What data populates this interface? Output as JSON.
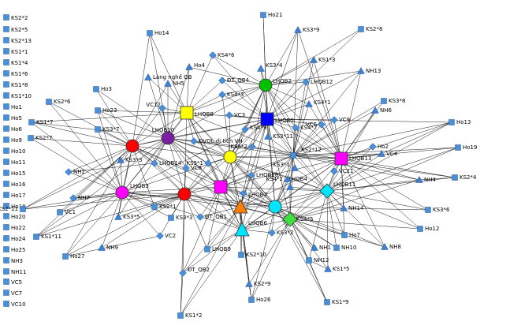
{
  "colors": {
    "background": "#ffffff",
    "edge": "#1a1a1a",
    "square_small": "#4a90d9",
    "diamond": "#4a90d9",
    "triangle": "#3f7fd0",
    "big_red": "#ff0000",
    "big_purple": "#7b1fa2",
    "big_yellow": "#ffff00",
    "big_green": "#00c000",
    "big_blue": "#0000ff",
    "big_magenta": "#ff00ff",
    "big_cyan": "#00e5ff",
    "big_orange": "#ff7f00",
    "big_lightgreen": "#40e040"
  },
  "nodes": [
    {
      "id": "KS2*2",
      "label": "KS2*2",
      "shape": "square",
      "color": "#4a90d9"
    },
    {
      "id": "KS2*5",
      "label": "KS2*5",
      "shape": "square",
      "color": "#4a90d9"
    },
    {
      "id": "KS2*13",
      "label": "KS2*13",
      "shape": "square",
      "color": "#4a90d9"
    },
    {
      "id": "KS1*1",
      "label": "KS1*1",
      "shape": "square",
      "color": "#4a90d9"
    },
    {
      "id": "KS1*4",
      "label": "KS1*4",
      "shape": "square",
      "color": "#4a90d9"
    },
    {
      "id": "KS1*6",
      "label": "KS1*6",
      "shape": "square",
      "color": "#4a90d9"
    },
    {
      "id": "KS1*8",
      "label": "KS1*8",
      "shape": "square",
      "color": "#4a90d9"
    },
    {
      "id": "KS1*10",
      "label": "KS1*10",
      "shape": "square",
      "color": "#4a90d9"
    },
    {
      "id": "Ho1",
      "label": "Ho1",
      "shape": "square",
      "color": "#4a90d9"
    },
    {
      "id": "Ho5",
      "label": "Ho5",
      "shape": "square",
      "color": "#4a90d9"
    },
    {
      "id": "Ho6",
      "label": "Ho6",
      "shape": "square",
      "color": "#4a90d9"
    },
    {
      "id": "Ho9",
      "label": "Ho9",
      "shape": "square",
      "color": "#4a90d9"
    },
    {
      "id": "Ho10",
      "label": "Ho10",
      "shape": "square",
      "color": "#4a90d9"
    },
    {
      "id": "Ho11",
      "label": "Ho11",
      "shape": "square",
      "color": "#4a90d9"
    },
    {
      "id": "Ho15",
      "label": "Ho15",
      "shape": "square",
      "color": "#4a90d9"
    },
    {
      "id": "Ho16",
      "label": "Ho16",
      "shape": "square",
      "color": "#4a90d9"
    },
    {
      "id": "Ho17",
      "label": "Ho17",
      "shape": "square",
      "color": "#4a90d9"
    },
    {
      "id": "Ho18",
      "label": "Ho18",
      "shape": "square",
      "color": "#4a90d9"
    },
    {
      "id": "Ho20",
      "label": "Ho20",
      "shape": "square",
      "color": "#4a90d9"
    },
    {
      "id": "Ho22",
      "label": "Ho22",
      "shape": "square",
      "color": "#4a90d9"
    },
    {
      "id": "Ho24",
      "label": "Ho24",
      "shape": "square",
      "color": "#4a90d9"
    },
    {
      "id": "Ho25",
      "label": "Ho25",
      "shape": "square",
      "color": "#4a90d9"
    },
    {
      "id": "NH3",
      "label": "NH3",
      "shape": "square",
      "color": "#4a90d9"
    },
    {
      "id": "NH11",
      "label": "NH11",
      "shape": "square",
      "color": "#4a90d9"
    },
    {
      "id": "VC5",
      "label": "VC5",
      "shape": "square",
      "color": "#4a90d9"
    },
    {
      "id": "VC7",
      "label": "VC7",
      "shape": "square",
      "color": "#4a90d9"
    },
    {
      "id": "VC10",
      "label": "VC10",
      "shape": "square",
      "color": "#4a90d9"
    },
    {
      "id": "Ho21",
      "label": "Ho21",
      "shape": "square",
      "color": "#4a90d9"
    },
    {
      "id": "Ho14",
      "label": "Ho14",
      "shape": "square",
      "color": "#4a90d9"
    },
    {
      "id": "KS3*9",
      "label": "KS3*9",
      "shape": "triangle",
      "color": "#3f7fd0"
    },
    {
      "id": "KS2*8",
      "label": "KS2*8",
      "shape": "square",
      "color": "#4a90d9"
    },
    {
      "id": "KS4*6",
      "label": "KS4*6",
      "shape": "diamond",
      "color": "#4a90d9"
    },
    {
      "id": "KS1*3",
      "label": "KS1*3",
      "shape": "triangle",
      "color": "#3f7fd0"
    },
    {
      "id": "KS3*4",
      "label": "KS3*4",
      "shape": "triangle",
      "color": "#3f7fd0"
    },
    {
      "id": "Ho4",
      "label": "Ho4",
      "shape": "triangle",
      "color": "#3f7fd0"
    },
    {
      "id": "NH13",
      "label": "NH13",
      "shape": "triangle",
      "color": "#3f7fd0"
    },
    {
      "id": "Lang",
      "label": "Làng nghề QB",
      "shape": "triangle",
      "color": "#3f7fd0"
    },
    {
      "id": "DT_QB4",
      "label": "ĐT_QB4",
      "shape": "diamond",
      "color": "#4a90d9"
    },
    {
      "id": "LHQB2",
      "label": "LHQB2",
      "shape": "circle",
      "color": "#00c000",
      "size": "big"
    },
    {
      "id": "LHQB12",
      "label": "LHQB12",
      "shape": "diamond",
      "color": "#4a90d9"
    },
    {
      "id": "Ho3",
      "label": "Ho3",
      "shape": "square",
      "color": "#4a90d9"
    },
    {
      "id": "NH5",
      "label": "NH5",
      "shape": "triangle",
      "color": "#3f7fd0"
    },
    {
      "id": "KS4*3",
      "label": "KS4*3",
      "shape": "diamond",
      "color": "#4a90d9"
    },
    {
      "id": "KS2*6",
      "label": "KS2*6",
      "shape": "square",
      "color": "#4a90d9"
    },
    {
      "id": "VC12",
      "label": "VC12",
      "shape": "diamond",
      "color": "#4a90d9"
    },
    {
      "id": "LHQB8",
      "label": "LHQB8",
      "shape": "square",
      "color": "#ffff00",
      "size": "big"
    },
    {
      "id": "KS4*1",
      "label": "KS4*1",
      "shape": "triangle",
      "color": "#3f7fd0"
    },
    {
      "id": "KS3*8",
      "label": "KS3*8",
      "shape": "square",
      "color": "#4a90d9"
    },
    {
      "id": "NH6",
      "label": "NH6",
      "shape": "triangle",
      "color": "#3f7fd0"
    },
    {
      "id": "Ho23",
      "label": "Ho23",
      "shape": "square",
      "color": "#4a90d9"
    },
    {
      "id": "VC3",
      "label": "VC3",
      "shape": "diamond",
      "color": "#4a90d9"
    },
    {
      "id": "LHQB5",
      "label": "LHQB5",
      "shape": "square",
      "color": "#0000ff",
      "size": "big"
    },
    {
      "id": "VC9",
      "label": "VC9",
      "shape": "diamond",
      "color": "#4a90d9"
    },
    {
      "id": "KS1*7",
      "label": "KS1*7",
      "shape": "square",
      "color": "#4a90d9"
    },
    {
      "id": "KS3*7",
      "label": "KS3*7",
      "shape": "square",
      "color": "#4a90d9"
    },
    {
      "id": "LHQB10",
      "label": "LHQB10",
      "shape": "circle",
      "color": "#7b1fa2",
      "size": "big"
    },
    {
      "id": "KS4*9",
      "label": "KS4*9",
      "shape": "diamond",
      "color": "#4a90d9"
    },
    {
      "id": "KS4*7",
      "label": "KS4*7",
      "shape": "diamond",
      "color": "#4a90d9"
    },
    {
      "id": "KS3*11",
      "label": "KS3*11",
      "shape": "triangle",
      "color": "#3f7fd0"
    },
    {
      "id": "VC6",
      "label": "VC6",
      "shape": "diamond",
      "color": "#4a90d9"
    },
    {
      "id": "Ho13",
      "label": "Ho13",
      "shape": "square",
      "color": "#4a90d9"
    },
    {
      "id": "KS2*7",
      "label": "KS2*7",
      "shape": "square",
      "color": "#4a90d9"
    },
    {
      "id": "DVQL",
      "label": "ĐVQL di tích VH",
      "shape": "diamond",
      "color": "#4a90d9"
    },
    {
      "id": "LHQB9",
      "label": "",
      "shape": "circle",
      "color": "#ff0000",
      "size": "big"
    },
    {
      "id": "KS5*2",
      "label": "KS5*2",
      "shape": "diamond",
      "color": "#4a90d9"
    },
    {
      "id": "LHQB11",
      "label": "",
      "shape": "circle",
      "color": "#ffff00",
      "size": "big"
    },
    {
      "id": "KS2*12",
      "label": "KS2*12",
      "shape": "square",
      "color": "#4a90d9"
    },
    {
      "id": "LHQB13",
      "label": "LHQB13",
      "shape": "square",
      "color": "#ff00ff",
      "size": "big"
    },
    {
      "id": "Ho2",
      "label": "Ho2",
      "shape": "diamond",
      "color": "#4a90d9"
    },
    {
      "id": "VC4",
      "label": "VC4",
      "shape": "triangle",
      "color": "#3f7fd0"
    },
    {
      "id": "Ho19",
      "label": "Ho19",
      "shape": "square",
      "color": "#4a90d9"
    },
    {
      "id": "KS3*3",
      "label": "KS3*3",
      "shape": "triangle",
      "color": "#3f7fd0"
    },
    {
      "id": "LHQB14",
      "label": "LHQB14",
      "shape": "diamond",
      "color": "#4a90d9"
    },
    {
      "id": "KS5*1",
      "label": "KS5*1",
      "shape": "diamond",
      "color": "#4a90d9"
    },
    {
      "id": "VC8",
      "label": "VC8",
      "shape": "diamond",
      "color": "#4a90d9"
    },
    {
      "id": "KS3*1",
      "label": "KS3*1",
      "shape": "triangle",
      "color": "#3f7fd0"
    },
    {
      "id": "LHQB16",
      "label": "LHQB16",
      "shape": "diamond",
      "color": "#4a90d9"
    },
    {
      "id": "VC11",
      "label": "VC11",
      "shape": "diamond",
      "color": "#4a90d9"
    },
    {
      "id": "KS2*4",
      "label": "KS2*4",
      "shape": "square",
      "color": "#4a90d9"
    },
    {
      "id": "NH4",
      "label": "NH4",
      "shape": "triangle",
      "color": "#3f7fd0"
    },
    {
      "id": "NH2",
      "label": "NH2",
      "shape": "diamond",
      "color": "#4a90d9"
    },
    {
      "id": "LHQB3",
      "label": "LHQB3",
      "shape": "circle",
      "color": "#ff00ff",
      "size": "big"
    },
    {
      "id": "LHQB1",
      "label": "",
      "shape": "circle",
      "color": "#ff0000",
      "size": "big"
    },
    {
      "id": "LHQB6",
      "label": "",
      "shape": "square",
      "color": "#ff00ff",
      "size": "big"
    },
    {
      "id": "LHQB7",
      "label": "LHQB7",
      "shape": "diamond",
      "color": "#4a90d9"
    },
    {
      "id": "LHQB4",
      "label": "LHQB4",
      "shape": "triangle",
      "color": "#3f7fd0"
    },
    {
      "id": "LHQB11b",
      "label": "LHQB11",
      "shape": "diamond",
      "color": "#00e5ff",
      "size": "big"
    },
    {
      "id": "KS4*2",
      "label": "KS4*2",
      "shape": "triangle",
      "color": "#3f7fd0"
    },
    {
      "id": "NH7",
      "label": "NH7",
      "shape": "diamond",
      "color": "#4a90d9"
    },
    {
      "id": "KS2*11",
      "label": "KS2*11",
      "shape": "square",
      "color": "#4a90d9"
    },
    {
      "id": "VC1",
      "label": "VC1",
      "shape": "square",
      "color": "#4a90d9"
    },
    {
      "id": "KS2*1",
      "label": "KS2*1",
      "shape": "square",
      "color": "#4a90d9"
    },
    {
      "id": "KS3*5",
      "label": "KS3*5",
      "shape": "triangle",
      "color": "#3f7fd0"
    },
    {
      "id": "KS3*3b",
      "label": "KS3*3",
      "shape": "square",
      "color": "#4a90d9"
    },
    {
      "id": "DT_QB1",
      "label": "ĐT_QB1",
      "shape": "diamond",
      "color": "#4a90d9"
    },
    {
      "id": "LHQB_orange",
      "label": "",
      "shape": "triangle",
      "color": "#ff7f00",
      "size": "big"
    },
    {
      "id": "LHQB_cyan",
      "label": "",
      "shape": "circle",
      "color": "#00e5ff",
      "size": "big"
    },
    {
      "id": "KS4*5",
      "label": "KS4*5",
      "shape": "diamond",
      "color": "#40e040",
      "size": "big"
    },
    {
      "id": "NH14",
      "label": "NH14",
      "shape": "triangle",
      "color": "#3f7fd0"
    },
    {
      "id": "KS3*6",
      "label": "KS3*6",
      "shape": "square",
      "color": "#4a90d9"
    },
    {
      "id": "Ho12",
      "label": "Ho12",
      "shape": "square",
      "color": "#4a90d9"
    },
    {
      "id": "KS1*11",
      "label": "KS1*11",
      "shape": "square",
      "color": "#4a90d9"
    },
    {
      "id": "VC2",
      "label": "VC2",
      "shape": "diamond",
      "color": "#4a90d9"
    },
    {
      "id": "LHQB6b",
      "label": "LHQB6",
      "shape": "triangle",
      "color": "#00e5ff",
      "size": "big"
    },
    {
      "id": "KS3*2",
      "label": "KS3*2",
      "shape": "diamond",
      "color": "#4a90d9"
    },
    {
      "id": "Ho7",
      "label": "Ho7",
      "shape": "square",
      "color": "#4a90d9"
    },
    {
      "id": "NH9",
      "label": "NH9",
      "shape": "triangle",
      "color": "#3f7fd0"
    },
    {
      "id": "Ho27",
      "label": "Ho27",
      "shape": "square",
      "color": "#4a90d9"
    },
    {
      "id": "LHQB9b",
      "label": "LHQB9",
      "shape": "square",
      "color": "#4a90d9"
    },
    {
      "id": "NH1",
      "label": "NH1",
      "shape": "triangle",
      "color": "#3f7fd0"
    },
    {
      "id": "NH10",
      "label": "NH10",
      "shape": "square",
      "color": "#4a90d9"
    },
    {
      "id": "NH8",
      "label": "NH8",
      "shape": "triangle",
      "color": "#3f7fd0"
    },
    {
      "id": "KS2*10",
      "label": "KS2*10",
      "shape": "square",
      "color": "#4a90d9"
    },
    {
      "id": "NH12",
      "label": "NH12",
      "shape": "square",
      "color": "#4a90d9"
    },
    {
      "id": "DT_QB2",
      "label": "ĐT_QB2",
      "shape": "diamond",
      "color": "#4a90d9"
    },
    {
      "id": "KS1*5",
      "label": "KS1*5",
      "shape": "triangle",
      "color": "#3f7fd0"
    },
    {
      "id": "KS2*9",
      "label": "KS2*9",
      "shape": "triangle",
      "color": "#3f7fd0"
    },
    {
      "id": "Ho26",
      "label": "Ho26",
      "shape": "square",
      "color": "#4a90d9"
    },
    {
      "id": "KS1*9",
      "label": "KS1*9",
      "shape": "square",
      "color": "#4a90d9"
    },
    {
      "id": "KS1*2",
      "label": "KS1*2",
      "shape": "square",
      "color": "#4a90d9"
    }
  ]
}
